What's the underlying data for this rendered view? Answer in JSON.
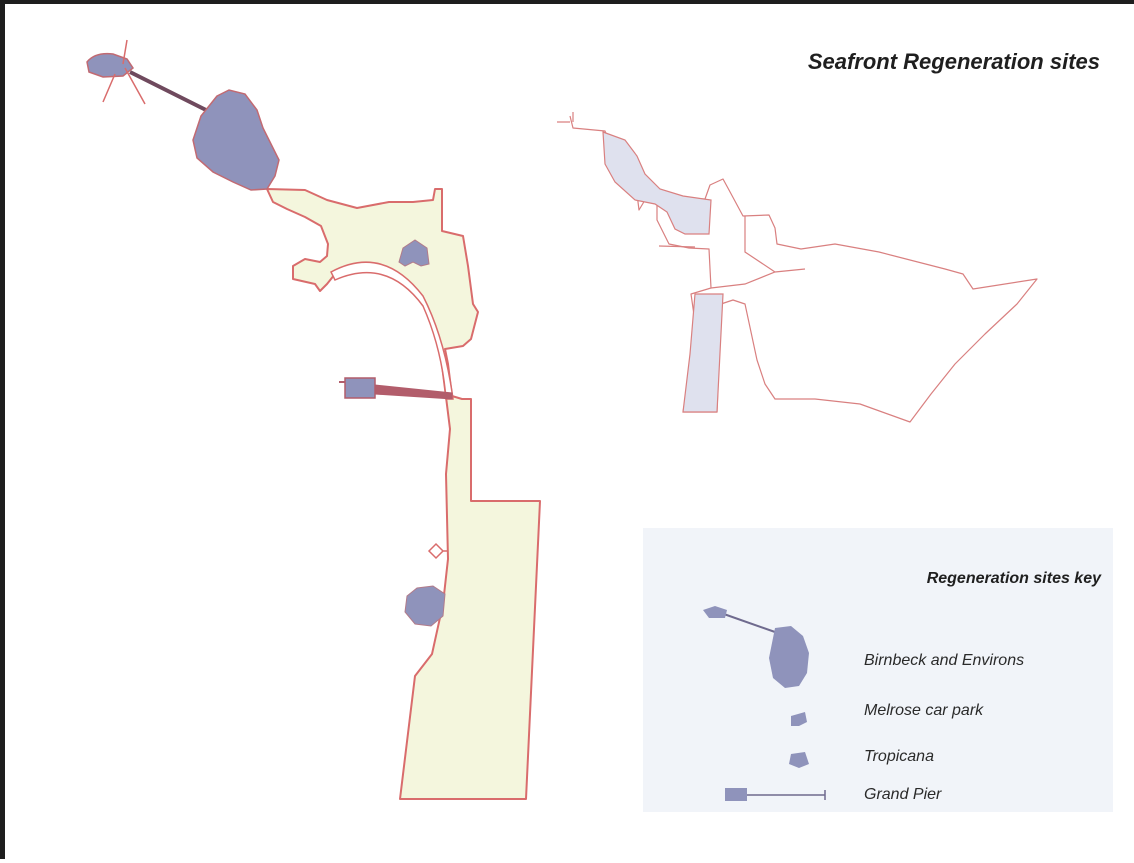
{
  "map": {
    "title": "Seafront Regeneration sites",
    "colors": {
      "site_fill": "#8f93bb",
      "area_fill": "#f4f6dd",
      "boundary": "#d96c6c",
      "inset_fill": "#dfe1ee",
      "key_bg": "#f1f4f9"
    }
  },
  "key": {
    "title": "Regeneration sites key",
    "items": [
      {
        "id": "birnbeck",
        "label": "Birnbeck and Environs"
      },
      {
        "id": "melrose",
        "label": "Melrose car park"
      },
      {
        "id": "tropicana",
        "label": "Tropicana"
      },
      {
        "id": "grand-pier",
        "label": "Grand Pier"
      }
    ]
  }
}
